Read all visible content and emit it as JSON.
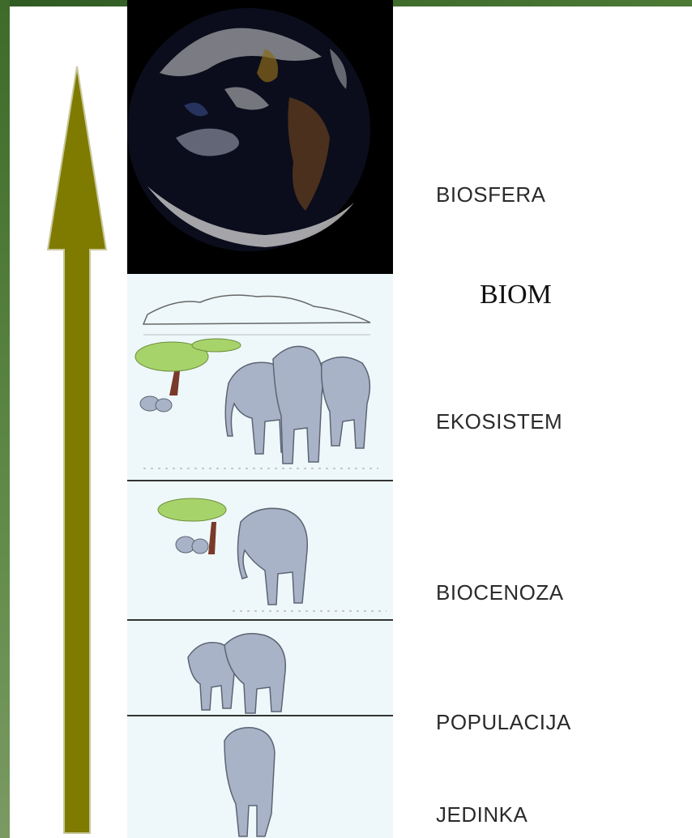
{
  "levels": {
    "biosfera": "BIOSFERA",
    "biom": "BIOM",
    "ekosistem": "EKOSISTEM",
    "biocenoza": "BIOCENOZA",
    "populacija": "POPULACIJA",
    "jedinka": "JEDINKA"
  },
  "colors": {
    "arrow": "#7f7a00",
    "arrow_outline": "#c8c89a",
    "frame": "#4d7a35",
    "panel_bg": "#eef8fa",
    "elephant": "#a9b3c7"
  },
  "icons": [
    "upward-arrow-icon",
    "earth-icon",
    "elephant-icon",
    "acacia-tree-icon",
    "mountain-icon"
  ]
}
